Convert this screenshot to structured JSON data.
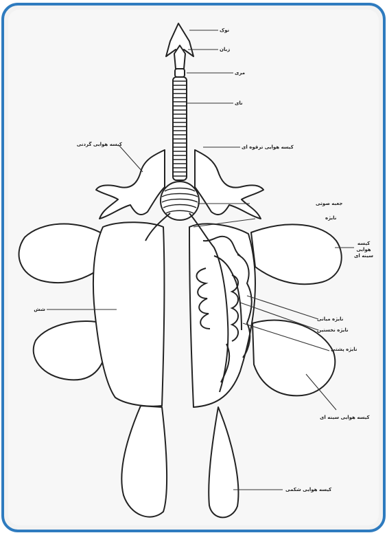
{
  "colors": {
    "frame_stroke": "#2e7bbf",
    "frame_inner": "#f2f2f2",
    "drawing_fill": "#ffffff",
    "drawing_stroke": "#222222",
    "leader_line": "#333333",
    "label_text": "#222222"
  },
  "labels": {
    "beak_tip": "نوک",
    "tongue": "زبان",
    "esophagus": "مری",
    "trachea": "نای",
    "cervical_air_sac": "کیسه هوایی گردنی",
    "clavicular_air_sac": "کیسه هوایی ترقوه ای",
    "syrinx": "جعبه صوتی",
    "bronchus": "نایژه",
    "thoracic_air_sac": "کیسه هوایی سینه ای",
    "lung": "شش",
    "primary_bronchus": "نایژه نخستین",
    "secondary_bronchus": "نایژه میانی",
    "tertiary_bronchus": "نایژه پشتی",
    "posterior_thoracic_air_sac": "کیسه هوایی سینه ای",
    "abdominal_air_sac": "کیسه هوایی شکمی"
  }
}
